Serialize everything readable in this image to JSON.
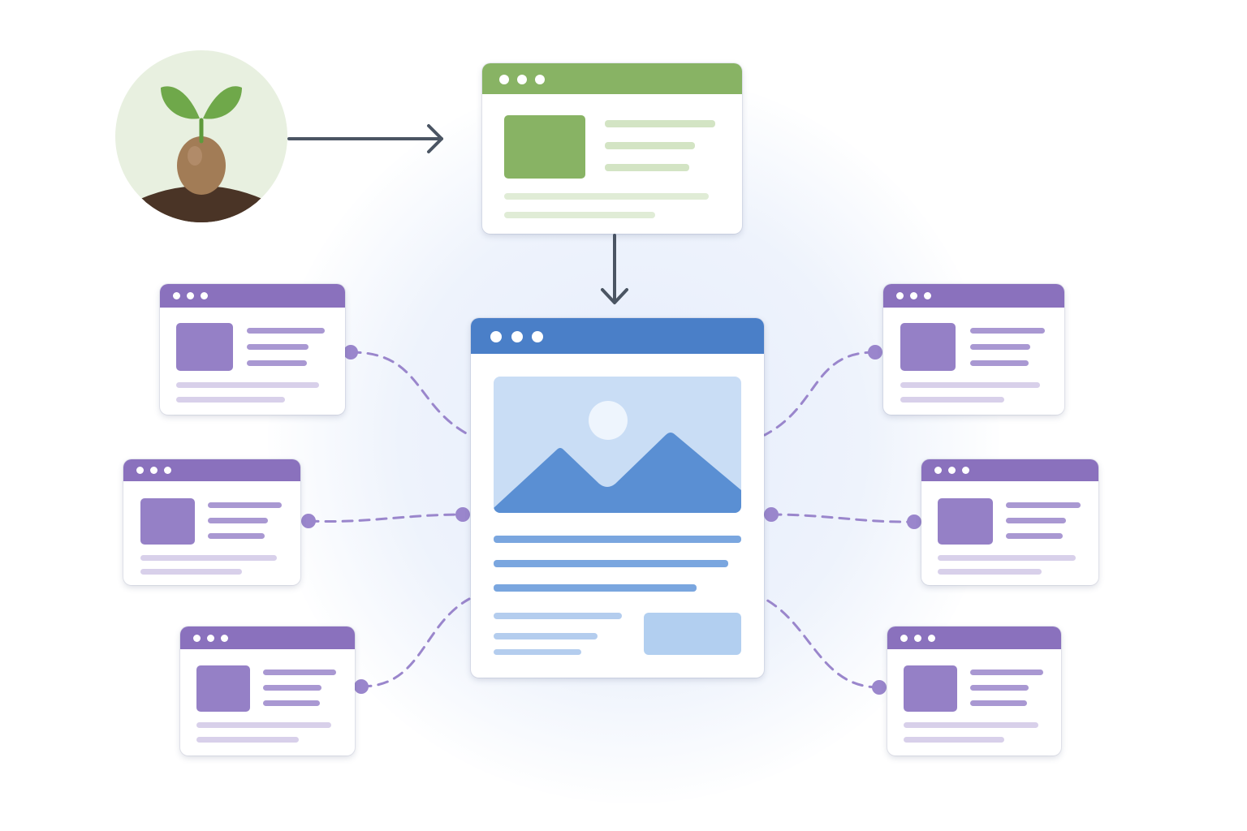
{
  "colors": {
    "green_bar": "#88b364",
    "green_thumb": "#88b364",
    "green_line": "#d3e4c4",
    "purple_bar": "#8a71bd",
    "purple_thumb": "#9580c6",
    "purple_line": "#d8d0ea",
    "blue_bar": "#4a7fc8",
    "blue_image_bg": "#c9ddf5",
    "blue_mountain": "#5a8fd3",
    "blue_line": "#7aa6df",
    "blue_line_light": "#b4cdee",
    "blue_button": "#b2cff0",
    "connector_purple": "#9a86cc",
    "arrow_dark": "#4b5563"
  },
  "icons": {
    "seed": "seedling-icon",
    "image": "landscape-image-icon",
    "window_controls": "window-dots-icon"
  },
  "nodes": {
    "source": "seedling",
    "template": "green-template-window",
    "main": "blue-main-window",
    "variants": [
      "left-top",
      "left-middle",
      "left-bottom",
      "right-top",
      "right-middle",
      "right-bottom"
    ]
  }
}
